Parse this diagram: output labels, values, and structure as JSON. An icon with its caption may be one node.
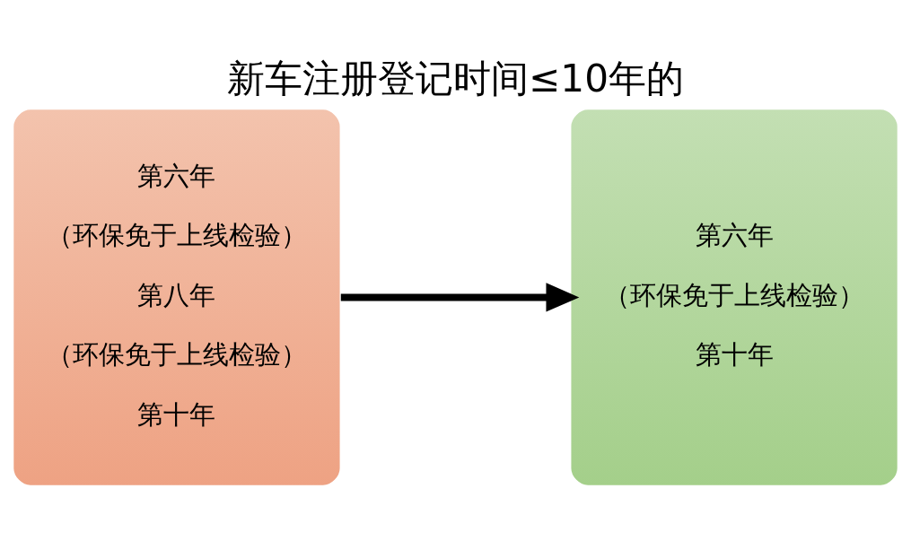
{
  "diagram": {
    "title": "新车注册登记时间≤10年的",
    "nodes": [
      {
        "text": [
          "第六年",
          "（环保免于上线检验）",
          "第八年",
          "（环保免于上线检验）",
          "第十年"
        ]
      },
      {
        "text": [
          "第六年",
          "（环保免于上线检验）",
          "第十年"
        ]
      }
    ],
    "edges": [
      {
        "from": 0,
        "to": 1,
        "arrow": "to"
      }
    ]
  }
}
